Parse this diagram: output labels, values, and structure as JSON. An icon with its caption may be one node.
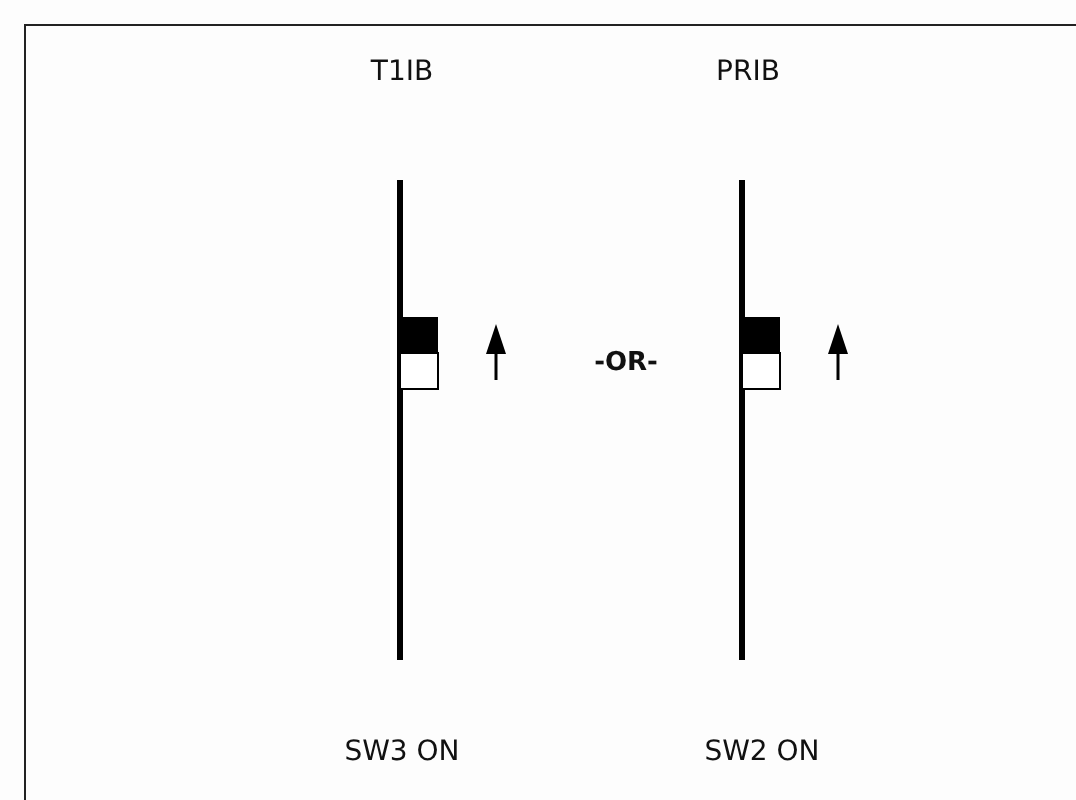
{
  "diagram": {
    "labels": [
      "T1IB",
      "PRIB",
      "-OR-",
      "SW3 ON",
      "SW2 ON"
    ]
  }
}
